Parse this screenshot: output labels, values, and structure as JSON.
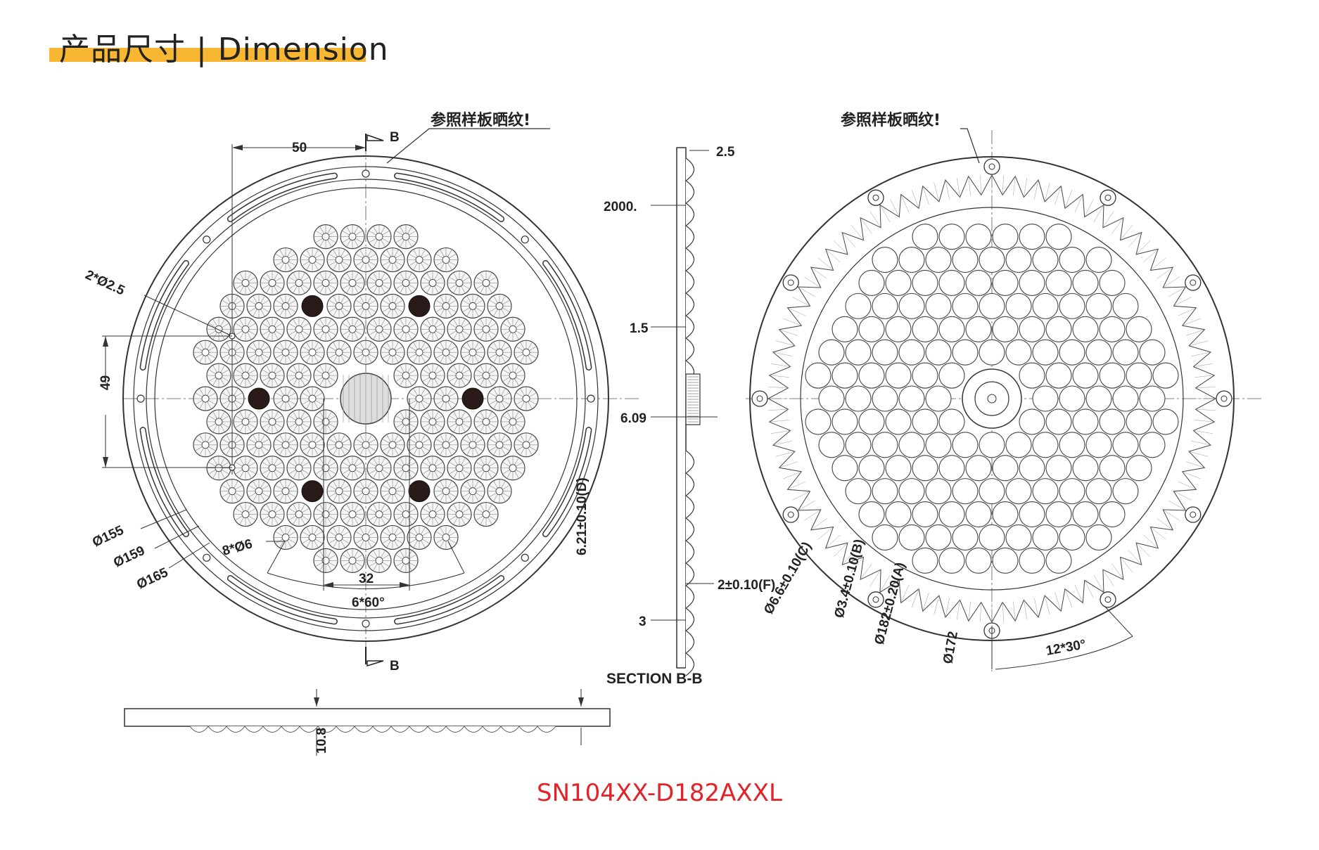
{
  "header": {
    "title": "产品尺寸 | Dimension"
  },
  "model_number": "SN104XX-D182AXXL",
  "colors": {
    "accent_bar": "#f7b733",
    "model_text": "#e0242a",
    "line": "#333333"
  },
  "front_view": {
    "texture_note": "参照样板晒纹!",
    "section_marker_top": "B",
    "section_marker_bottom": "B",
    "dim_top": "50",
    "dim_hole": "2*Ø2.5",
    "dim_vertical": "49",
    "dim_d155": "Ø155",
    "dim_d159": "Ø159",
    "dim_d165": "Ø165",
    "dim_holes6": "8*Ø6",
    "dim_32": "32",
    "dim_angle": "6*60°",
    "dim_thickness": "6.21±0.10(D)"
  },
  "section_view": {
    "title": "SECTION B-B",
    "dim_top": "2.5",
    "dim_2000": "2000.",
    "dim_15": "1.5",
    "dim_609": "6.09",
    "dim_f": "2±0.10(F)",
    "dim_3": "3"
  },
  "back_view": {
    "texture_note": "参照样板晒纹!",
    "dim_c": "Ø6.6±0.10(C)",
    "dim_b": "Ø3.4±0.10(B)",
    "dim_a": "Ø182±0.20(A)",
    "dim_172": "Ø172",
    "dim_angle": "12*30°"
  },
  "side_view": {
    "dim_height": "10.8"
  }
}
